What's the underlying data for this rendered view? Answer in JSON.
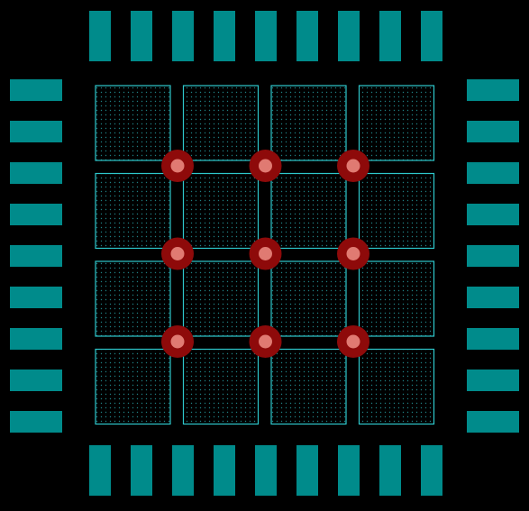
{
  "colors": {
    "background": "#000000",
    "pad_fill": "#008b8b",
    "paste_outline": "#2ec8cc",
    "paste_dot": "#1f7f82",
    "via_ring": "#8e0a0a",
    "via_core": "#e07a72"
  },
  "footprint": {
    "pins_per_side": 9,
    "paste_grid": {
      "rows": 4,
      "cols": 4
    },
    "via_grid": {
      "rows": 3,
      "cols": 3
    }
  }
}
